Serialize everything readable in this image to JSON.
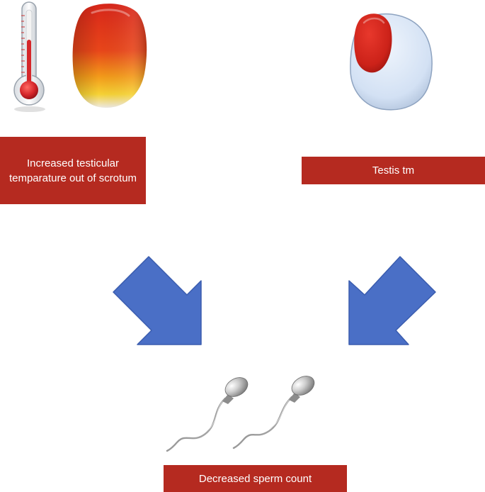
{
  "colors": {
    "label_background": "#b52a20",
    "label_text": "#ffffff",
    "arrow": "#4a6fc6",
    "arrow_edge": "#3a5cae",
    "heat_top": "#d8261a",
    "heat_mid": "#f08a18",
    "heat_bottom": "#f4f0e6",
    "testis_body": "#d6e4f6",
    "tumor": "#d2281e",
    "thermometer_bulb": "#d5262a",
    "sperm_metal": "#a8a8a8"
  },
  "icons": {
    "thermometer": "thermometer-icon",
    "hot_testis": "hot-testis-icon",
    "testis_with_tumor": "testis-tumor-icon",
    "sperm": "sperm-icon"
  },
  "labels": {
    "left": "Increased testicular temparature out of scrotum",
    "right": "Testis tm",
    "bottom": "Decreased sperm count"
  }
}
